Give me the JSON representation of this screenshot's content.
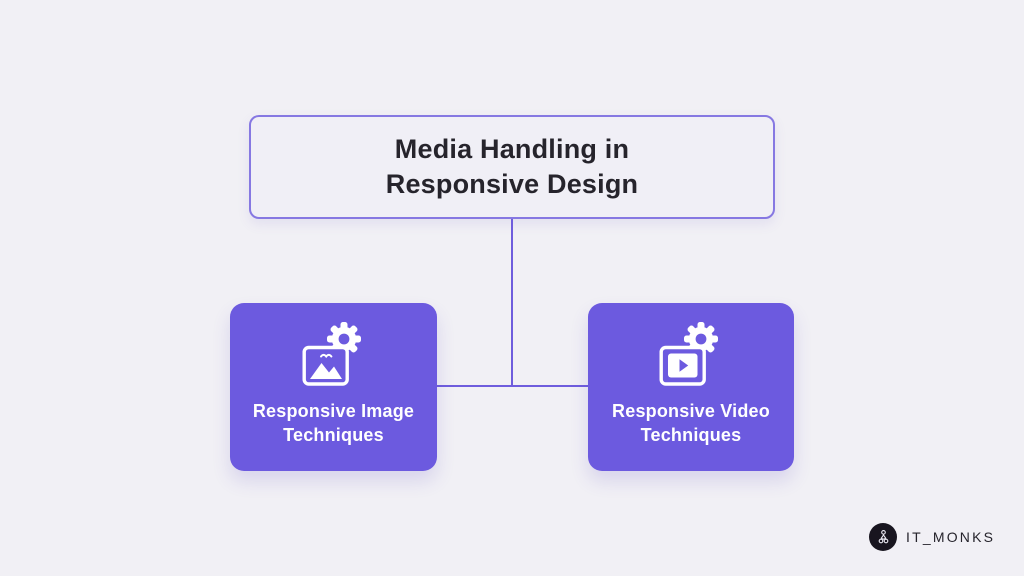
{
  "colors": {
    "page_background": "#F1F0F5",
    "root_fill": "#F0EFF6",
    "root_border": "#8678E2",
    "root_text": "#26242C",
    "connector": "#6F5DDD",
    "node_fill": "#6C5ADF",
    "node_text": "#FFFFFF",
    "logo_badge": "#18151F",
    "logo_text": "#26242C"
  },
  "diagram": {
    "root": {
      "label": "Media Handling in\nResponsive Design"
    },
    "children": [
      {
        "id": "responsive-image",
        "label": "Responsive Image\nTechniques",
        "icon": "image-gear-icon"
      },
      {
        "id": "responsive-video",
        "label": "Responsive Video\nTechniques",
        "icon": "video-gear-icon"
      }
    ]
  },
  "footer": {
    "logo_text": "IT_MONKS",
    "logo_icon": "meditating-monk-icon"
  }
}
